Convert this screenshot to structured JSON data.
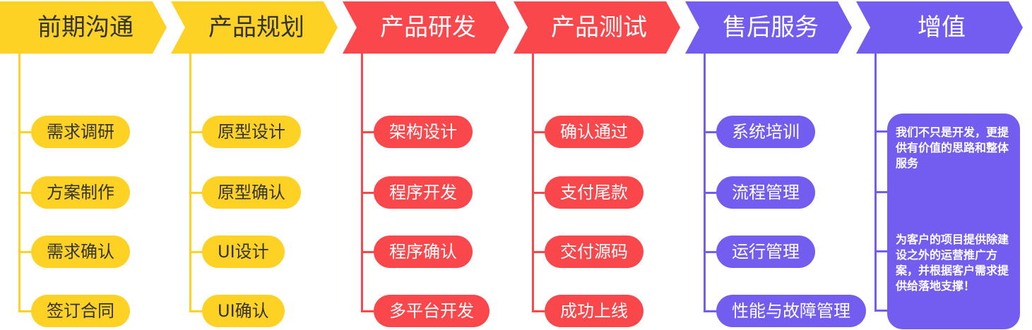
{
  "colors": {
    "yellow": "#fdd225",
    "red": "#f9474b",
    "purple": "#735cf0"
  },
  "stages": [
    {
      "title": "前期沟通",
      "color": "#fdd225",
      "text_style": "dark",
      "items": [
        "需求调研",
        "方案制作",
        "需求确认",
        "签订合同"
      ]
    },
    {
      "title": "产品规划",
      "color": "#fdd225",
      "text_style": "dark",
      "items": [
        "原型设计",
        "原型确认",
        "UI设计",
        "UI确认"
      ]
    },
    {
      "title": "产品研发",
      "color": "#f9474b",
      "text_style": "light",
      "items": [
        "架构设计",
        "程序开发",
        "程序确认",
        "多平台开发"
      ]
    },
    {
      "title": "产品测试",
      "color": "#f9474b",
      "text_style": "light",
      "items": [
        "确认通过",
        "支付尾款",
        "交付源码",
        "成功上线"
      ]
    },
    {
      "title": "售后服务",
      "color": "#735cf0",
      "text_style": "light",
      "items": [
        "系统培训",
        "流程管理",
        "运行管理",
        "性能与故障管理"
      ]
    },
    {
      "title": "增值",
      "color": "#735cf0",
      "text_style": "light",
      "items": []
    }
  ],
  "value_card": {
    "text_1": "我们不只是开发，更提供有价值的思路和整体服务",
    "text_2": "为客户的项目提供除建设之外的运营推广方案，并根据客户需求提供给落地支撑！"
  }
}
